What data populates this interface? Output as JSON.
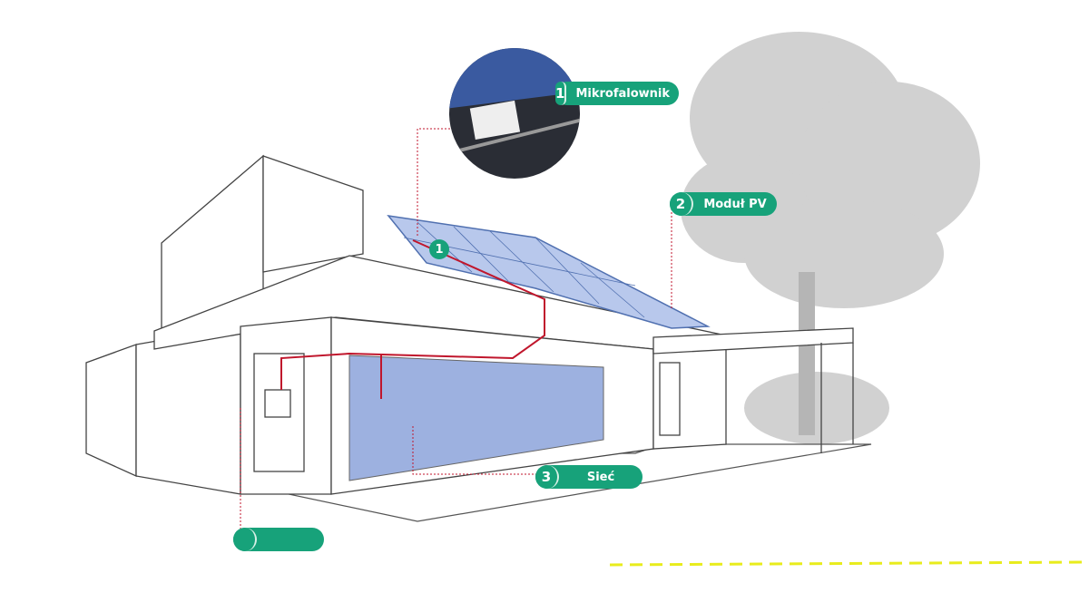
{
  "labels": [
    {
      "number": "1",
      "text": "Mikrofalownik"
    },
    {
      "number": "2",
      "text": "Moduł PV"
    },
    {
      "number": "3",
      "text": "Sieć"
    },
    {
      "number": "",
      "text": ""
    }
  ],
  "roof_marker": "1",
  "colors": {
    "accent": "#17a27a",
    "wire": "#c0162c",
    "glass": "#6f8fcf",
    "ground_line": "#e8ec1c"
  }
}
